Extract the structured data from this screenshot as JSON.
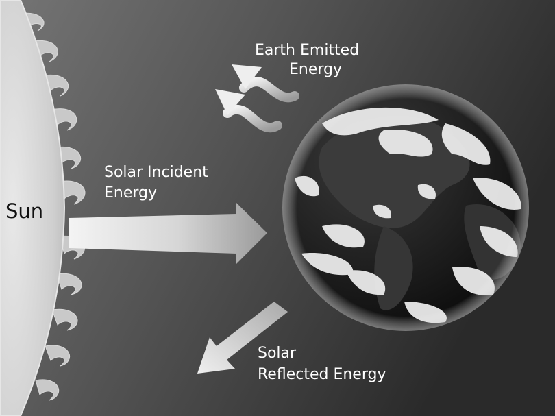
{
  "labels": {
    "sun": "Sun",
    "earth_emitted_line1": "Earth Emitted",
    "earth_emitted_line2": "Energy",
    "solar_incident_line1": "Solar Incident",
    "solar_incident_line2": "Energy",
    "solar_reflected_line1": "Solar",
    "solar_reflected_line2": "Reflected Energy"
  },
  "colors": {
    "background_light": "#6e6e6e",
    "background_dark": "#2b2b2b",
    "sun": "#d8d8d8",
    "label_text": "#ffffff",
    "sun_label_text": "#111111",
    "earth_ocean": "#141414",
    "earth_cloud": "#f2f2f2"
  }
}
